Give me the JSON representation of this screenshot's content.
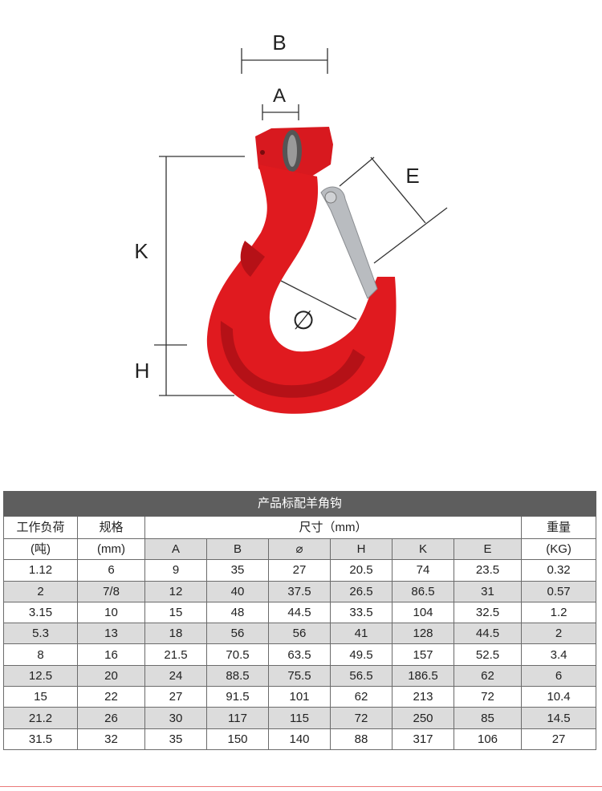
{
  "diagram": {
    "labels": {
      "B": "B",
      "A": "A",
      "E": "E",
      "K": "K",
      "H": "H",
      "phi": "∅"
    },
    "colors": {
      "hook": "#e01a1f",
      "hook_shadow": "#a80f14",
      "latch": "#b9bcc0",
      "line": "#333333"
    }
  },
  "table": {
    "title": "产品标配羊角钩",
    "col_load_line1": "工作负荷",
    "col_load_line2": "(吨)",
    "col_spec_line1": "规格",
    "col_spec_line2": "(mm)",
    "col_dim": "尺寸（mm）",
    "col_weight_line1": "重量",
    "col_weight_line2": "(KG)",
    "dim_headers": [
      "A",
      "B",
      "⌀",
      "H",
      "K",
      "E"
    ],
    "rows": [
      [
        "1.12",
        "6",
        "9",
        "35",
        "27",
        "20.5",
        "74",
        "23.5",
        "0.32"
      ],
      [
        "2",
        "7/8",
        "12",
        "40",
        "37.5",
        "26.5",
        "86.5",
        "31",
        "0.57"
      ],
      [
        "3.15",
        "10",
        "15",
        "48",
        "44.5",
        "33.5",
        "104",
        "32.5",
        "1.2"
      ],
      [
        "5.3",
        "13",
        "18",
        "56",
        "56",
        "41",
        "128",
        "44.5",
        "2"
      ],
      [
        "8",
        "16",
        "21.5",
        "70.5",
        "63.5",
        "49.5",
        "157",
        "52.5",
        "3.4"
      ],
      [
        "12.5",
        "20",
        "24",
        "88.5",
        "75.5",
        "56.5",
        "186.5",
        "62",
        "6"
      ],
      [
        "15",
        "22",
        "27",
        "91.5",
        "101",
        "62",
        "213",
        "72",
        "10.4"
      ],
      [
        "21.2",
        "26",
        "30",
        "117",
        "115",
        "72",
        "250",
        "85",
        "14.5"
      ],
      [
        "31.5",
        "32",
        "35",
        "150",
        "140",
        "88",
        "317",
        "106",
        "27"
      ]
    ]
  }
}
